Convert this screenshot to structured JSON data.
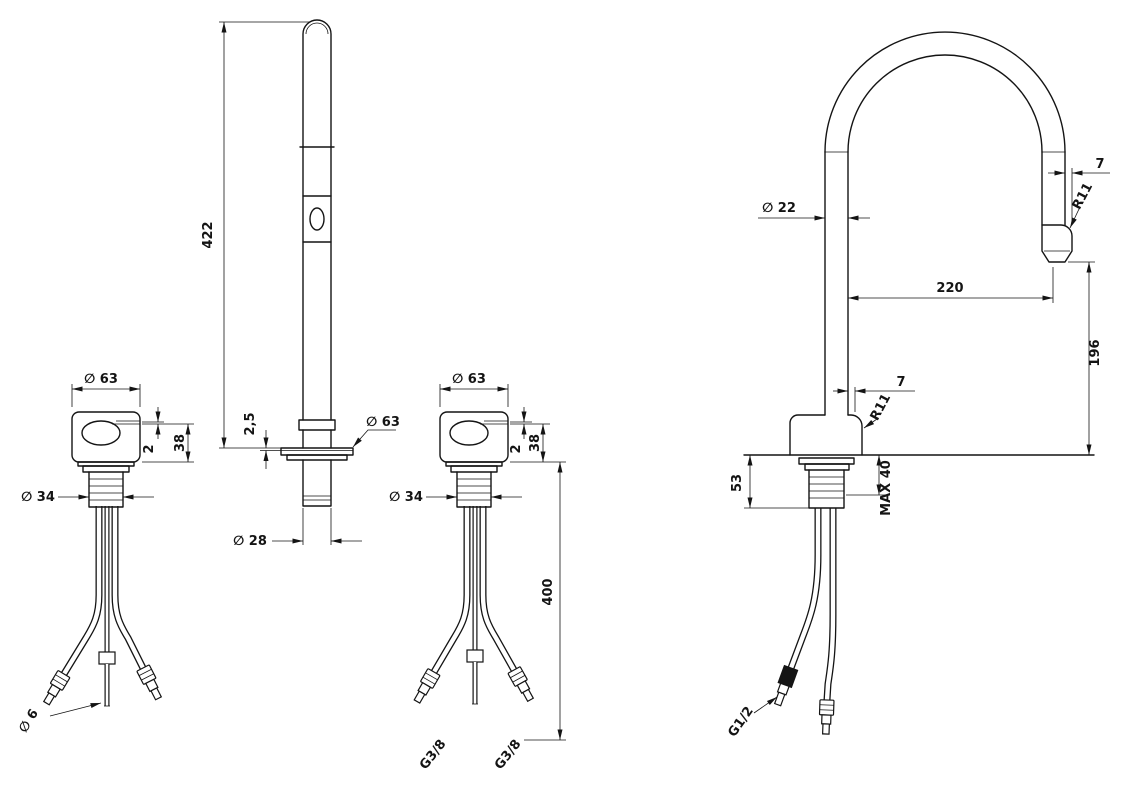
{
  "drawing": {
    "background": "#ffffff",
    "line_color": "#141414",
    "views": {
      "mixer_front_left": {
        "labels": {
          "dia63": "∅ 63",
          "dim2": "2",
          "dim38": "38",
          "dia34": "∅ 34",
          "dia6": "∅ 6"
        }
      },
      "spout_profile": {
        "labels": {
          "dim422": "422",
          "dim25": "2,5",
          "dia63": "∅ 63",
          "dia28": "∅ 28"
        }
      },
      "mixer_front_right": {
        "labels": {
          "dia63": "∅ 63",
          "dim2": "2",
          "dim38": "38",
          "dia34": "∅ 34",
          "dim400": "400",
          "g38_left": "G3/8",
          "g38_right": "G3/8"
        }
      },
      "faucet_complete": {
        "labels": {
          "dia22": "∅ 22",
          "dim7_top": "7",
          "r11_top": "R11",
          "dim220": "220",
          "dim196": "196",
          "dim7_body": "7",
          "r11_body": "R11",
          "dim53": "53",
          "max40": "MAX 40",
          "g12": "G1/2"
        }
      }
    }
  }
}
